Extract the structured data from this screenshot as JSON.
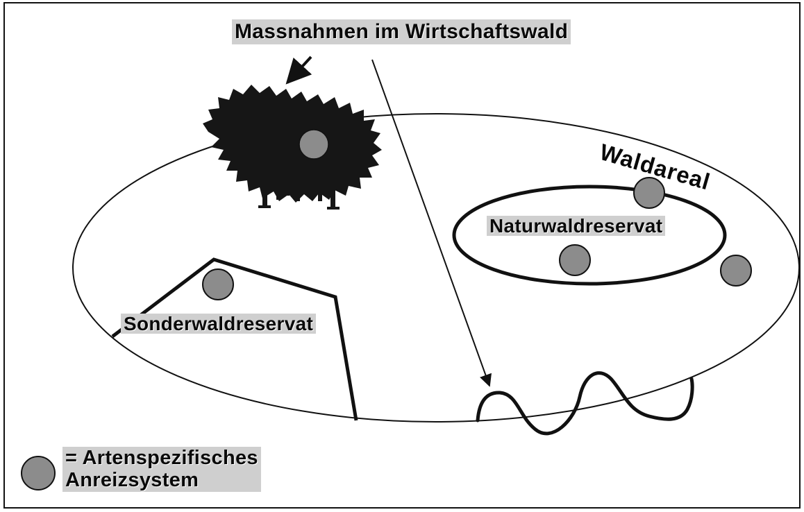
{
  "diagram": {
    "title": "Massnahmen im Wirtschaftswald",
    "forest_area_label": "Waldareal",
    "natural_reserve_label": "Naturwaldreservat",
    "special_reserve_label": "Sonderwaldreservat",
    "legend": {
      "symbol": "grey-circle",
      "line1": "= Artenspezifisches",
      "line2": "Anreizsystem"
    }
  },
  "colors": {
    "line": "#111111",
    "circle_fill": "#8c8c8c",
    "label_background": "#cfcfcf",
    "tree": "#161616"
  }
}
